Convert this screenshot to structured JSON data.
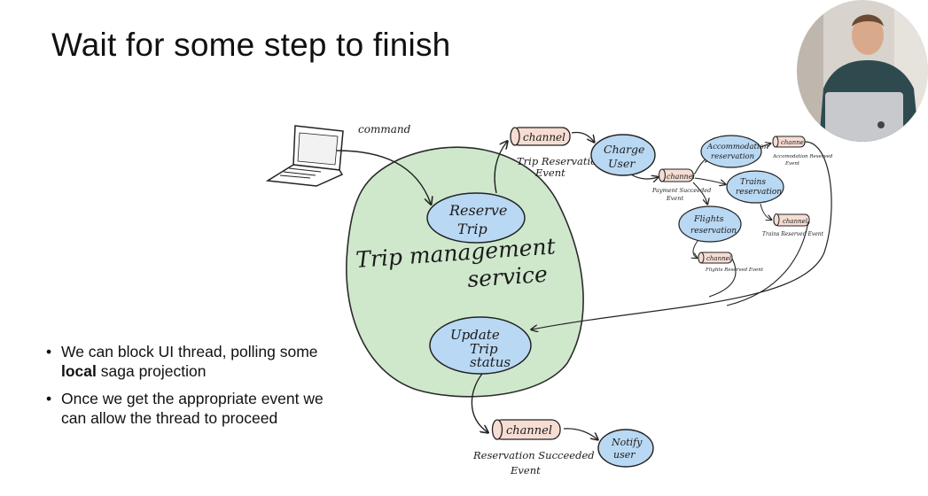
{
  "slide": {
    "title": "Wait for some step to finish",
    "bullets": [
      {
        "pre": "We can block UI thread, polling some ",
        "bold": "local",
        "post": " saga projection"
      },
      {
        "pre": "Once we get the appropriate event we can allow the thread to proceed",
        "bold": "",
        "post": ""
      }
    ]
  },
  "diagram": {
    "command_label": "command",
    "service_label_1": "Trip management",
    "service_label_2": "service",
    "reserve_trip_1": "Reserve",
    "reserve_trip_2": "Trip",
    "update_status_1": "Update",
    "update_status_2": "Trip",
    "update_status_3": "status",
    "channel_label": "channel",
    "trip_reservation_event_1": "Trip Reservation",
    "trip_reservation_event_2": "Event",
    "charge_user_1": "Charge",
    "charge_user_2": "User",
    "payment_succeeded_1": "Payment Succeeded",
    "payment_succeeded_2": "Event",
    "accommodation_1": "Accommodation",
    "accommodation_2": "reservation",
    "accommodation_event_1": "Accomodation Reserved",
    "accommodation_event_2": "Event",
    "trains_1": "Trains",
    "trains_2": "reservation",
    "trains_event": "Trains Reserved Event",
    "flights_1": "Flights",
    "flights_2": "reservation",
    "flights_event": "Flights Reserved Event",
    "reservation_succeeded_1": "Reservation Succeeded",
    "reservation_succeeded_2": "Event",
    "notify_user_1": "Notify",
    "notify_user_2": "user"
  },
  "colors": {
    "service_fill": "#cfe8cc",
    "node_fill": "#b9d8f3",
    "channel_fill": "#f6ddd3",
    "webcam_bg": "#d8d3cc"
  },
  "icons": [
    "laptop-icon"
  ]
}
